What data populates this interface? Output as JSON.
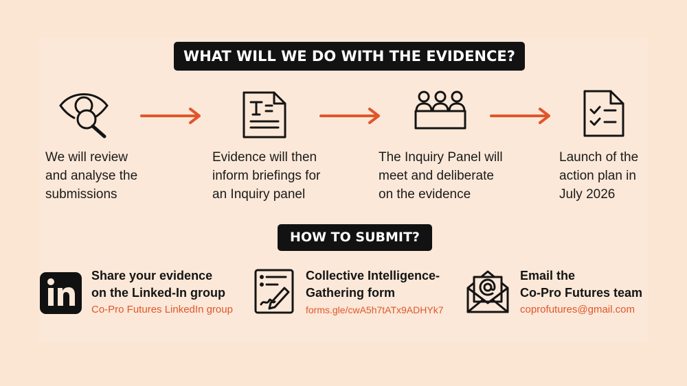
{
  "process": {
    "heading": "WHAT WILL WE DO WITH THE EVIDENCE?",
    "steps": [
      {
        "icon": "eye-search-icon",
        "lines": [
          "We will review",
          "and analyse the",
          "submissions"
        ]
      },
      {
        "icon": "document-briefing-icon",
        "lines": [
          "Evidence will then",
          "inform briefings for",
          "an Inquiry panel"
        ]
      },
      {
        "icon": "panel-group-icon",
        "lines": [
          "The Inquiry Panel will",
          "meet and deliberate",
          "on the evidence"
        ]
      },
      {
        "icon": "checklist-icon",
        "lines": [
          "Launch of the",
          "action plan in",
          "July 2026"
        ]
      }
    ]
  },
  "submit": {
    "heading": "HOW TO SUBMIT?",
    "options": [
      {
        "icon": "linkedin-icon",
        "title_lines": [
          "Share your evidence",
          "on the Linked-In group"
        ],
        "link": "Co-Pro Futures LinkedIn group"
      },
      {
        "icon": "form-writing-icon",
        "title_lines": [
          "Collective Intelligence-",
          "Gathering form"
        ],
        "link": "forms.gle/cwA5h7tATx9ADHYk7"
      },
      {
        "icon": "email-icon",
        "title_lines": [
          "Email the",
          "Co-Pro Futures team"
        ],
        "link": "coprofutures@gmail.com"
      }
    ]
  },
  "colors": {
    "accent": "#e0562a",
    "dark": "#121212",
    "background": "#fbe6d3"
  }
}
